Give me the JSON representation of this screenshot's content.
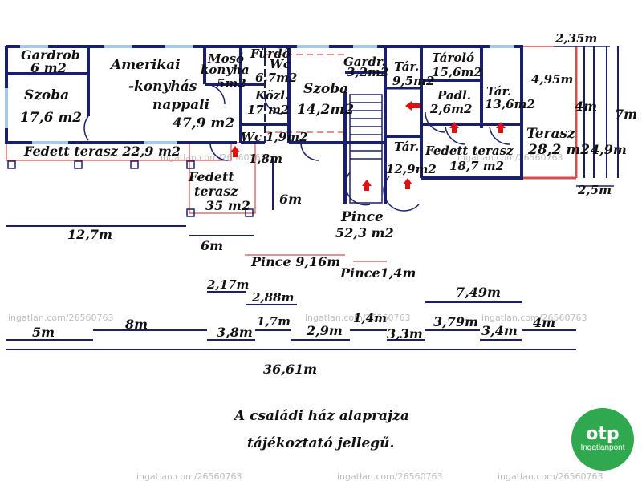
{
  "rooms": {
    "gardrob": {
      "name": "Gardrob",
      "area": "6 m2"
    },
    "szoba1": {
      "name": "Szoba",
      "area": "17,6 m2"
    },
    "amerikai": {
      "name1": "Amerikai",
      "name2": "-konyhás",
      "name3": "nappali",
      "area": "47,9 m2"
    },
    "moso": {
      "name1": "Mosó",
      "name2": "konyha",
      "area": "5m2"
    },
    "furdo": {
      "name": "Fürdő",
      "name2": "Wc",
      "area": "6,7m2"
    },
    "kozl": {
      "name": "Közl.",
      "area": "17 m2"
    },
    "szoba2": {
      "name": "Szoba",
      "area": "14,2m2"
    },
    "gardr2": {
      "name": "Gardr.",
      "area": "3,2m2"
    },
    "tar1": {
      "name": "Tár.",
      "area": "9,5m2"
    },
    "tarolo": {
      "name": "Tároló",
      "area": "15,6m2"
    },
    "padl": {
      "name": "Padl.",
      "area": "2,6m2"
    },
    "tar2": {
      "name": "Tár.",
      "area": "13,6m2"
    },
    "tar3": {
      "name": "Tár.",
      "area": "12,9m2"
    },
    "terasz_r": {
      "name": "Terasz",
      "area": "28,2 m2",
      "top": "4,95m"
    },
    "wc": {
      "name": "Wc 1,9m2"
    },
    "fedett1": {
      "name": "Fedett terasz 22,9 m2"
    },
    "fedett2": {
      "name1": "Fedett",
      "name2": "terasz",
      "area": "35 m2"
    },
    "fedett3": {
      "name": "Fedett terasz",
      "area": "18,7 m2"
    },
    "pince": {
      "name": "Pince",
      "area": "52,3 m2"
    }
  },
  "dims": {
    "d_235": "2,35m",
    "d_4m_a": "4m",
    "d_7m": "7m",
    "d_49": "4,9m",
    "d_25": "2,5m",
    "d_18": "1,8m",
    "d_6m_a": "6m",
    "d_127": "12,7m",
    "d_6m_b": "6m",
    "pince916": "Pince 9,16m",
    "pince14": "Pince1,4m",
    "d_217": "2,17m",
    "d_288": "2,88m",
    "d_17": "1,7m",
    "d_14": "1,4m",
    "d_749": "7,49m",
    "d_5m": "5m",
    "d_8m": "8m",
    "d_38": "3,8m",
    "d_29": "2,9m",
    "d_33": "3,3m",
    "d_379": "3,79m",
    "d_34": "3,4m",
    "d_4m_b": "4m",
    "total": "36,61m"
  },
  "note": {
    "line1": "A családi ház alaprajza",
    "line2": "tájékoztató jellegű."
  },
  "watermarks": {
    "text": "ingatlan.com/26560763"
  },
  "logo": {
    "brand": "otp",
    "sub": "Ingatlanpont"
  },
  "colors": {
    "wall": "#1a1f6b",
    "window": "#a8c8e8",
    "terrace": "#d94c4c",
    "arrow": "#e01010",
    "logo": "#2fa84f"
  }
}
